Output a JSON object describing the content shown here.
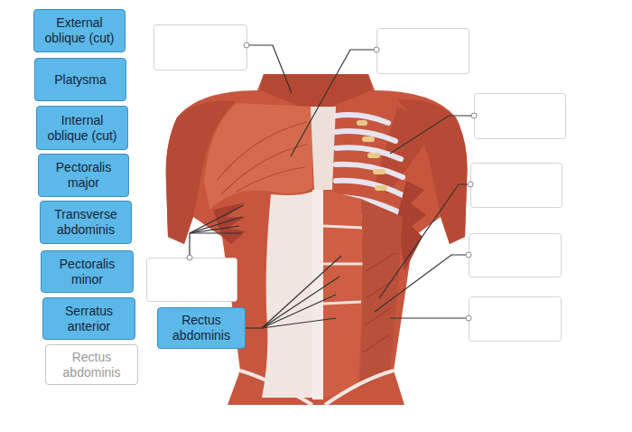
{
  "diagram": {
    "nodes": [
      {
        "text": [
          "External oblique (cut)"
        ]
      },
      {
        "text": [
          "Platysma"
        ]
      },
      {
        "text": [
          "Internal oblique (cut)"
        ]
      },
      {
        "text": [
          "Pectoralis major"
        ]
      },
      {
        "text": [
          "Transverse abdominis"
        ]
      },
      {
        "text": [
          "Pectoralis minor"
        ]
      },
      {
        "text": [
          "Serratus anterior"
        ]
      },
      {
        "text": [
          "Rectus abdominis"
        ]
      },
      {
        "text": [
          "Rectus abdominis"
        ]
      }
    ]
  }
}
